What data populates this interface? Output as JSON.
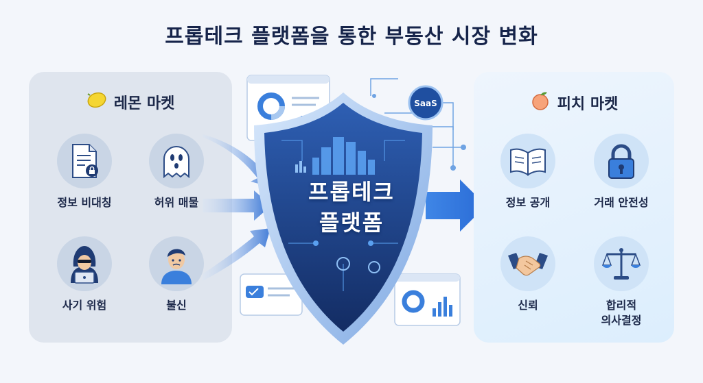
{
  "title": "프롭테크 플랫폼을 통한 부동산 시장 변화",
  "left_panel": {
    "heading": "레몬 마켓",
    "heading_icon": "lemon-icon",
    "items": [
      {
        "label": "정보 비대칭",
        "icon": "locked-document-icon"
      },
      {
        "label": "허위 매물",
        "icon": "ghost-icon"
      },
      {
        "label": "사기 위험",
        "icon": "hooded-hacker-icon"
      },
      {
        "label": "불신",
        "icon": "worried-person-icon"
      }
    ]
  },
  "center": {
    "shield_line1": "프롭테크",
    "shield_line2": "플랫폼",
    "saas_badge": "SaaS"
  },
  "right_panel": {
    "heading": "피치 마켓",
    "heading_icon": "peach-icon",
    "items": [
      {
        "label": "정보 공개",
        "icon": "open-book-icon"
      },
      {
        "label": "거래 안전성",
        "icon": "padlock-icon"
      },
      {
        "label": "신뢰",
        "icon": "handshake-icon"
      },
      {
        "label": "합리적\n의사결정",
        "label_line1": "합리적",
        "label_line2": "의사결정",
        "icon": "balance-scale-icon"
      }
    ]
  },
  "colors": {
    "shield_dark": "#1c3f86",
    "shield_light": "#4f8fe6",
    "accent": "#3a7fdc",
    "left_panel_bg": "#dfe5ee",
    "right_panel_bg": "#dceefd"
  }
}
